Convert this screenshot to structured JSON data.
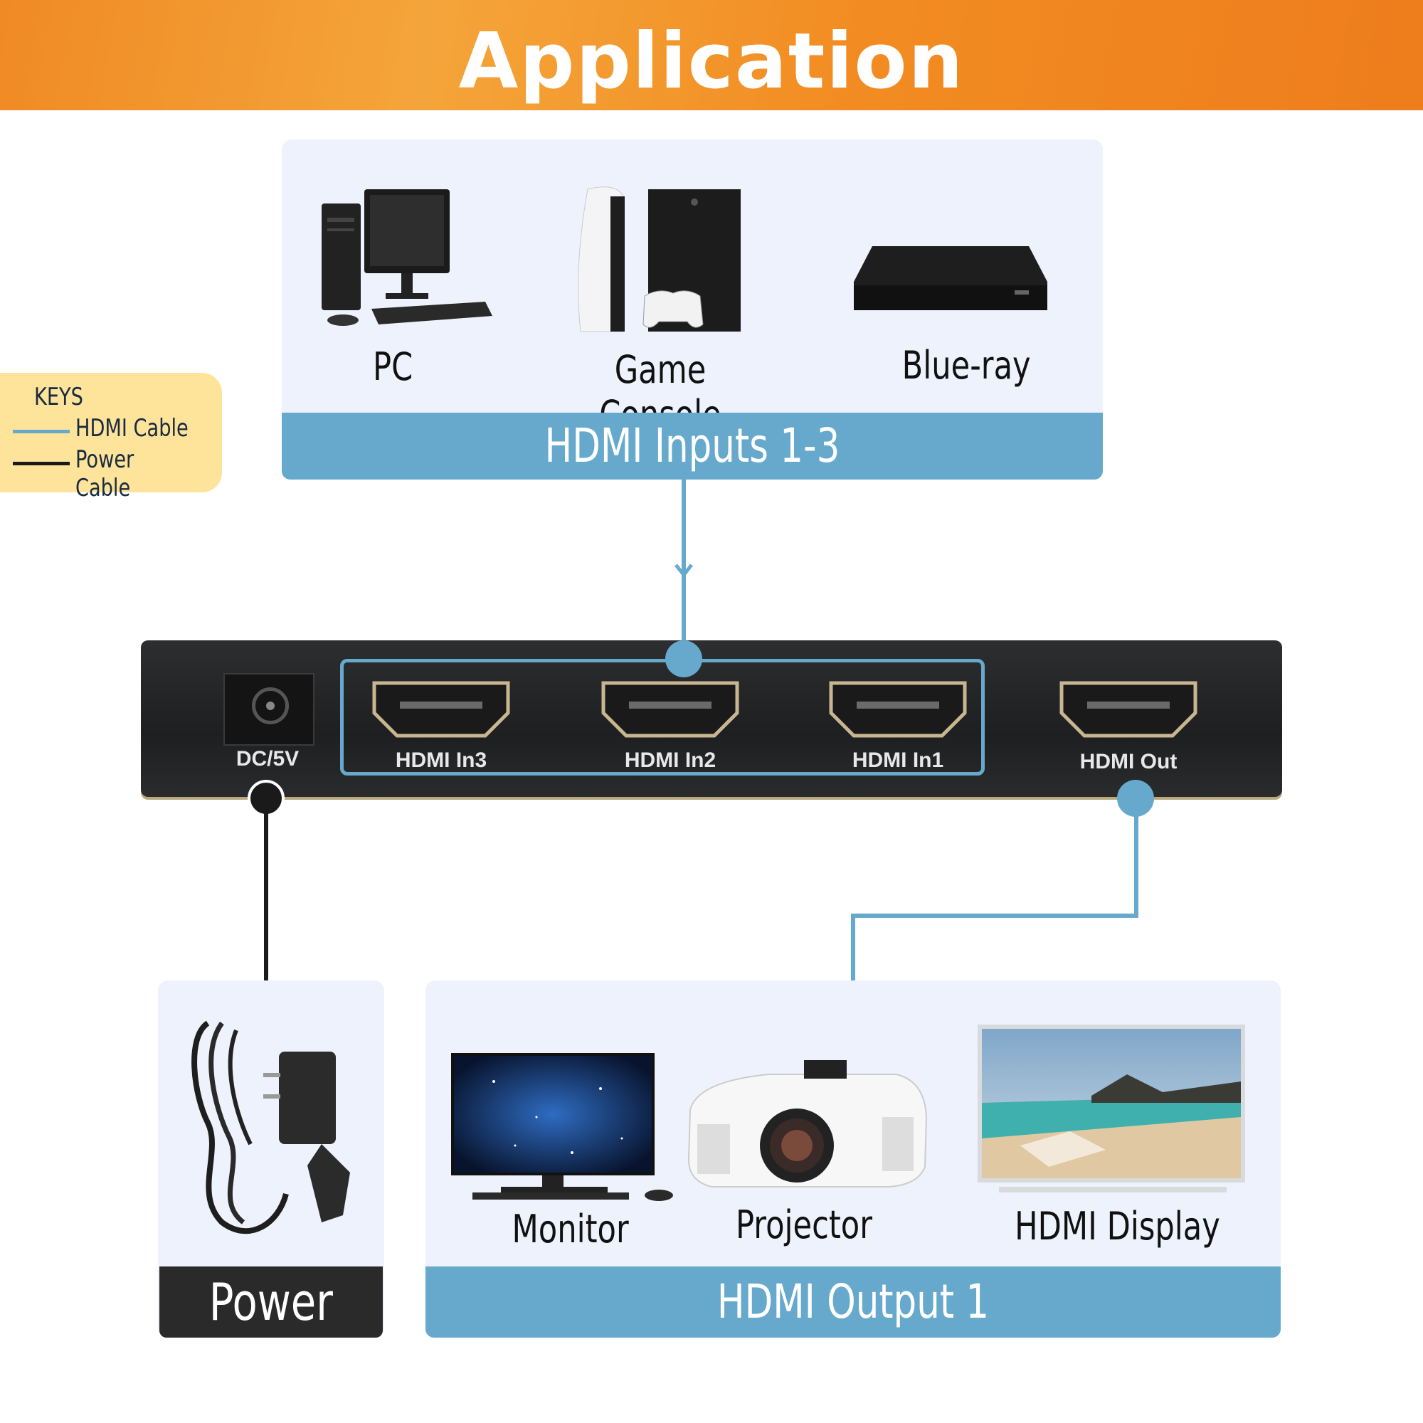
{
  "title": "Application",
  "keys": {
    "heading": "KEYS",
    "items": [
      {
        "label": "HDMI Cable",
        "color": "#66a9cc"
      },
      {
        "label": "Power Cable",
        "color": "#1a1a1a"
      }
    ]
  },
  "inputs_panel": {
    "devices": [
      {
        "label": "PC",
        "icon": "pc-icon"
      },
      {
        "label": "Game Console",
        "icon": "game-console-icon"
      },
      {
        "label": "Blue-ray",
        "icon": "bluray-player-icon"
      }
    ],
    "bar_label": "HDMI Inputs 1-3"
  },
  "switch": {
    "ports": {
      "power": "DC/5V",
      "in3": "HDMI In3",
      "in2": "HDMI In2",
      "in1": "HDMI In1",
      "out": "HDMI Out"
    }
  },
  "power_panel": {
    "bar_label": "Power",
    "icon": "power-adapter-icon"
  },
  "outputs_panel": {
    "devices": [
      {
        "label": "Monitor",
        "icon": "monitor-icon"
      },
      {
        "label": "Projector",
        "icon": "projector-icon"
      },
      {
        "label": "HDMI Display",
        "icon": "tv-display-icon"
      }
    ],
    "bar_label": "HDMI Output 1"
  },
  "colors": {
    "accent_orange": "#f08a24",
    "hdmi_blue": "#66a9cc",
    "panel_bg": "#eef2fc"
  }
}
